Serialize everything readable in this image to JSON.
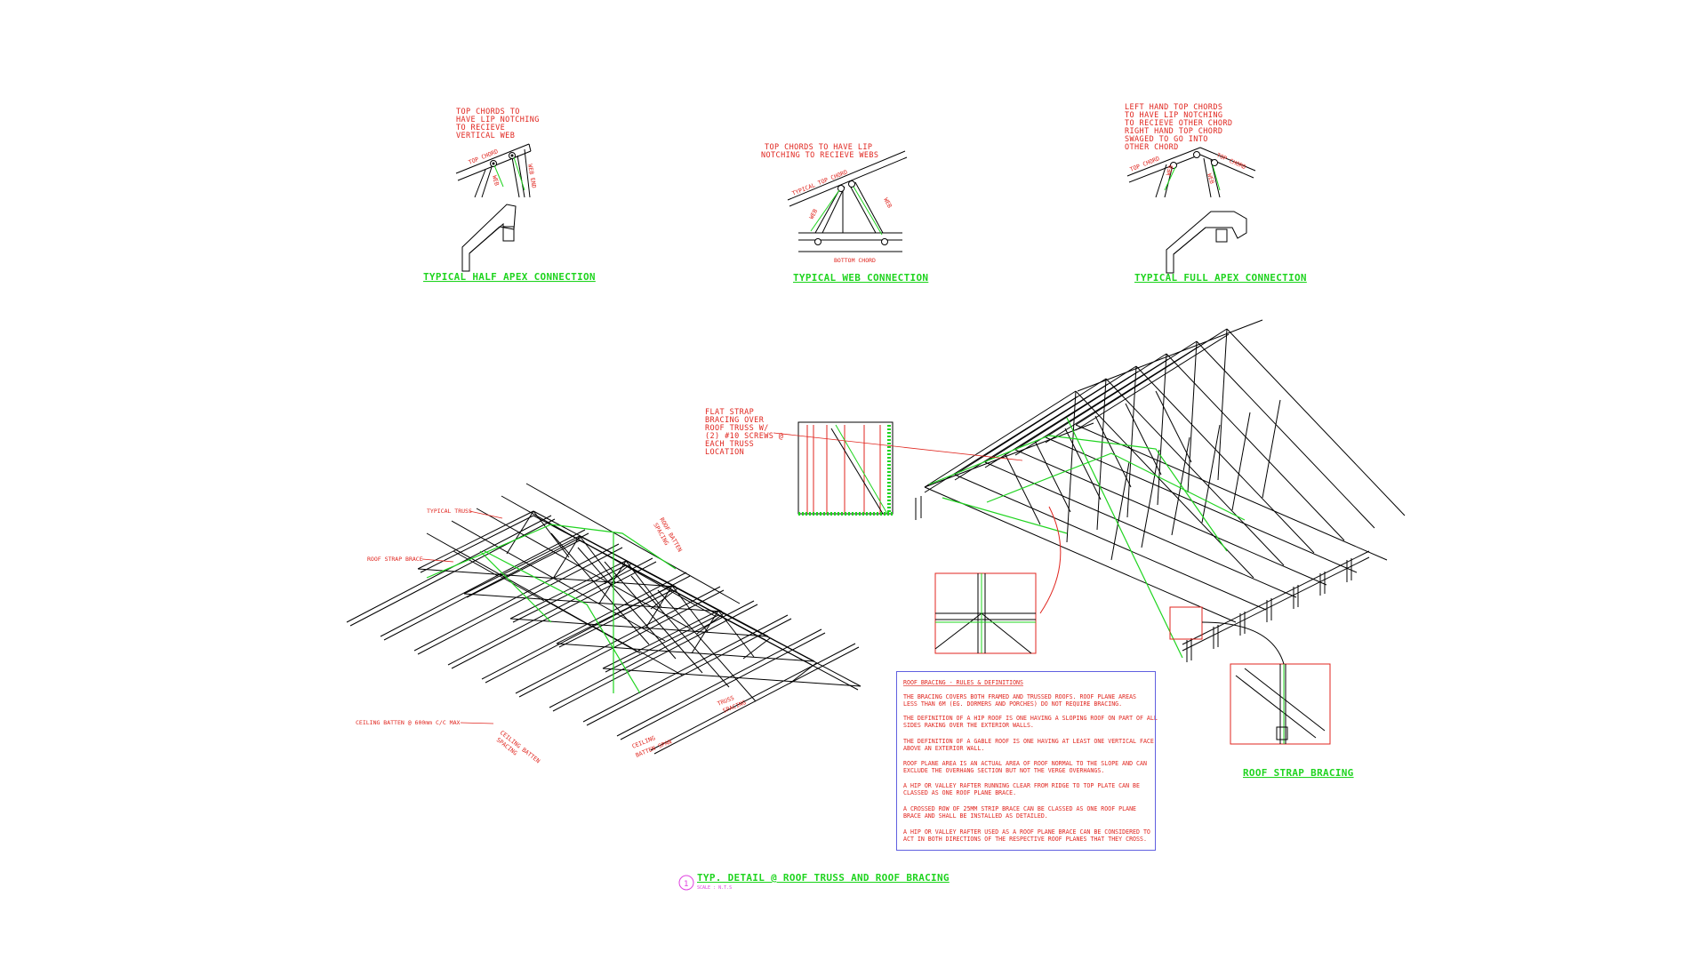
{
  "connections": {
    "half_apex": {
      "note": [
        "TOP CHORDS TO",
        "HAVE LIP NOTCHING",
        "TO RECIEVE",
        "VERTICAL WEB"
      ],
      "labels": {
        "top_chord": "TOP CHORD",
        "web": "WEB",
        "web_end": "WEB END"
      },
      "title": "TYPICAL HALF APEX CONNECTION"
    },
    "web": {
      "note": [
        "TOP CHORDS TO HAVE LIP",
        "NOTCHING TO RECIEVE  WEBS"
      ],
      "labels": {
        "typical_top_chord": "TYPICAL TOP CHORD",
        "web_left": "WEB",
        "web_right": "WEB",
        "bottom_chord": "BOTTOM CHORD"
      },
      "title": "TYPICAL WEB CONNECTION"
    },
    "full_apex": {
      "note": [
        "LEFT HAND TOP CHORDS",
        "TO HAVE LIP NOTCHING",
        "TO RECIEVE OTHER CHORD",
        "RIGHT HAND TOP CHORD",
        "SWAGED TO GO INTO",
        "OTHER CHORD"
      ],
      "labels": {
        "top_chord_left": "TOP CHORD",
        "top_chord_right": "TOP CHORD",
        "web_left": "WEB",
        "web_right": "WEB"
      },
      "title": "TYPICAL FULL APEX CONNECTION"
    }
  },
  "left_iso": {
    "labels": {
      "typical_truss": "TYPICAL TRUSS",
      "roof_strap_brace": "ROOF STRAP BRACE",
      "roof_batten_spacing": [
        "ROOF BATTEN",
        "SPACING"
      ],
      "ceiling_batten": "CEILING BATTEN @ 600mm C/C MAX",
      "ceiling_batten_spacing": [
        "CEILING BATTEN",
        "SPACING"
      ],
      "ceiling_batten_span": [
        "CEILING",
        "BATTEN SPAN"
      ],
      "truss_spacing": [
        "TRUSS",
        "SPACING"
      ]
    }
  },
  "right_iso": {
    "flat_strap_note": [
      "FLAT STRAP",
      "BRACING  OVER",
      "ROOF TRUSS W/",
      "(2) #10 SCREWS @",
      "EACH TRUSS",
      "LOCATION"
    ],
    "title": "ROOF STRAP BRACING"
  },
  "rules": {
    "heading": "ROOF BRACING - RULES & DEFINITIONS",
    "paragraphs": [
      [
        "THE BRACING COVERS BOTH FRAMED AND TRUSSED ROOFS. ROOF PLANE AREAS",
        "LESS THAN 6M (EG. DORMERS AND  PORCHES) DO NOT REQUIRE BRACING."
      ],
      [
        "THE DEFINITION OF A HIP ROOF IS ONE HAVING A SLOPING ROOF ON PART OF ALL",
        "SIDES RAKING OVER THE EXTERIOR WALLS."
      ],
      [
        "THE DEFINITION OF A GABLE ROOF IS ONE HAVING AT LEAST ONE VERTICAL FACE",
        "ABOVE AN EXTERIOR WALL."
      ],
      [
        "ROOF PLANE AREA IS AN ACTUAL AREA OF ROOF NORMAL TO THE SLOPE AND CAN",
        "EXCLUDE THE OVERHANG SECTION BUT NOT THE VERGE OVERHANGS."
      ],
      [
        "A HIP OR VALLEY RAFTER RUNNING CLEAR FROM RIDGE TO TOP PLATE CAN BE",
        "CLASSED AS ONE ROOF PLANE BRACE."
      ],
      [
        " A CROSSED ROW OF 25MM STRIP BRACE CAN BE CLASSED AS ONE ROOF PLANE",
        "BRACE AND  SHALL BE INSTALLED AS DETAILED."
      ],
      [
        " A HIP OR VALLEY RAFTER USED AS A ROOF PLANE BRACE CAN BE CONSIDERED TO",
        "ACT IN  BOTH DIRECTIONS OF THE RESPECTIVE ROOF PLANES THAT THEY CROSS."
      ]
    ]
  },
  "main_title": {
    "number": "1",
    "text": "TYP. DETAIL @ ROOF TRUSS AND ROOF BRACING",
    "scale": "SCALE : N.T.S"
  },
  "colors": {
    "annotation": "#e0261f",
    "title": "#1fd41f",
    "linework": "#000000",
    "rules_border": "#6060e0",
    "symbol": "#e040e0"
  }
}
